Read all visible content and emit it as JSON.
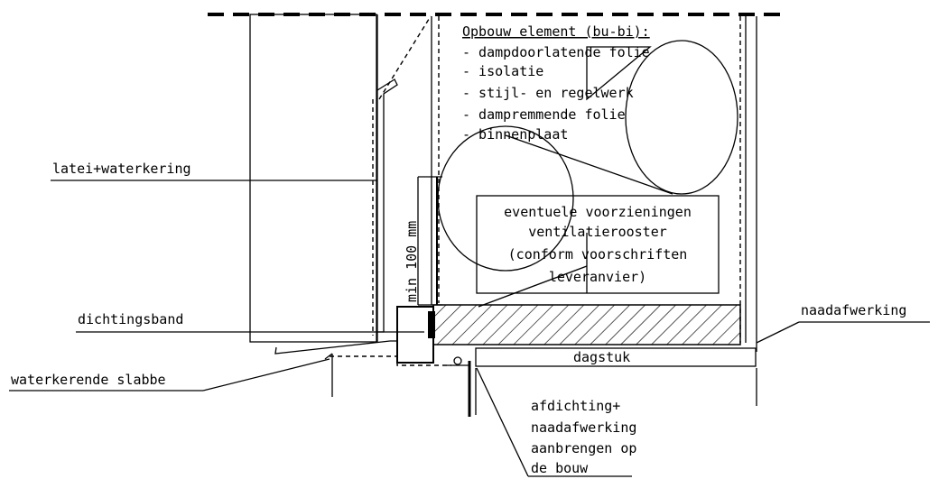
{
  "title_block": {
    "heading": "Opbouw element (bu-bi):",
    "items": [
      "- dampdoorlatende folie",
      "- isolatie",
      "- stijl- en regelwerk",
      "- dampremmende folie",
      "- binnenplaat"
    ]
  },
  "labels": {
    "latei": "latei+waterkering",
    "dichtingsband": "dichtingsband",
    "slabbe": "waterkerende slabbe",
    "naadafwerking": "naadafwerking",
    "dagstuk": "dagstuk",
    "dimension": "min 100 mm"
  },
  "vent_box": {
    "lines": [
      "eventuele voorzieningen",
      "ventilatierooster",
      "(conform voorschriften",
      "leveranvier)"
    ]
  },
  "afdichting": {
    "lines": [
      "afdichting+",
      "naadafwerking",
      "aanbrengen op",
      "de bouw"
    ]
  }
}
